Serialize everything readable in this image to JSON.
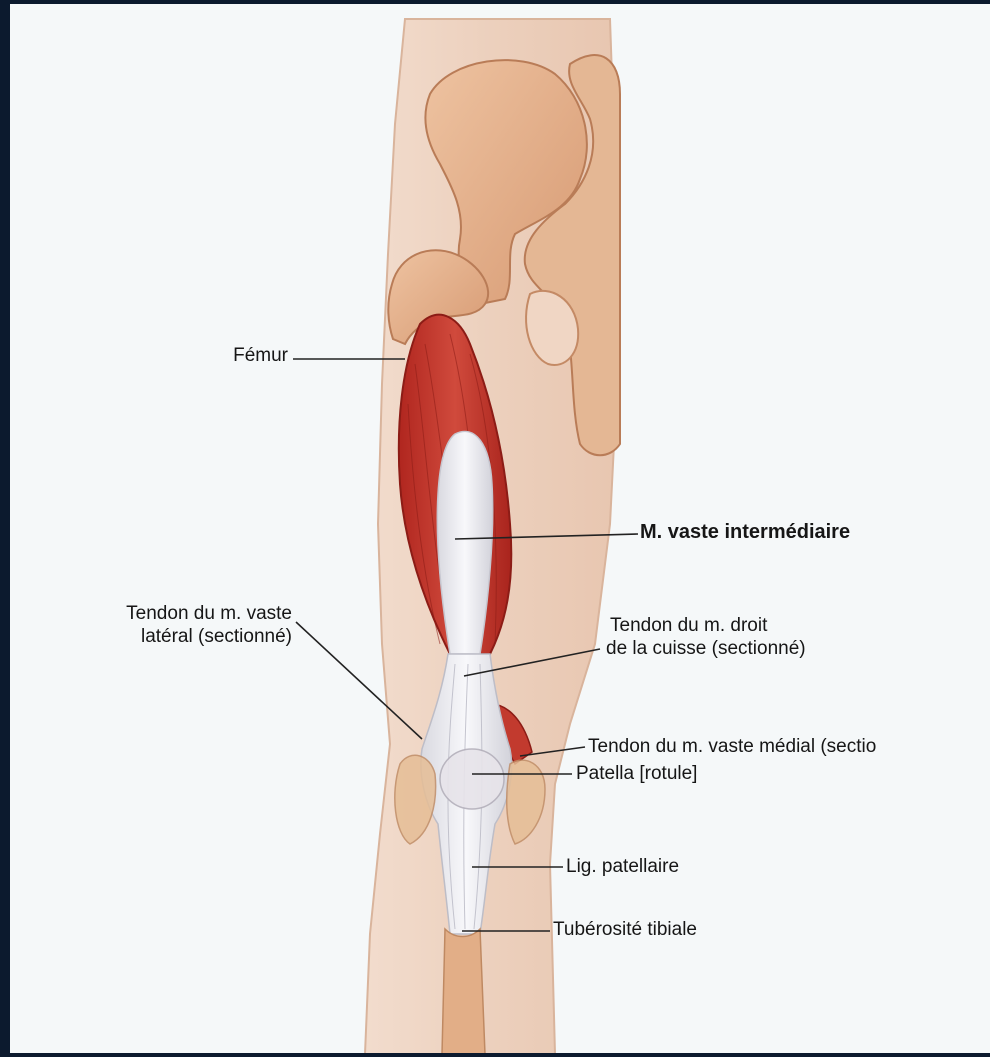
{
  "figure": {
    "labels": {
      "femur": "Fémur",
      "vaste_intermediaire": "M. vaste intermédiaire",
      "tendon_vaste_lateral_line1": "Tendon du m. vaste",
      "tendon_vaste_lateral_line2": "latéral (sectionné)",
      "tendon_droit_line1": "Tendon du m. droit",
      "tendon_droit_line2": "de la cuisse (sectionné)",
      "tendon_vaste_medial": "Tendon du m. vaste médial (sectio",
      "patella": "Patella [rotule]",
      "lig_patellaire": "Lig. patellaire",
      "tuberosite": "Tubérosité tibiale"
    },
    "colors": {
      "background": "#0c1a2e",
      "panel": "#f5f8f9",
      "skin": "#edd2bf",
      "bone": "#e2b08c",
      "muscle": "#c6362c",
      "tendon": "#eeeef2",
      "leader_line": "#222222"
    }
  }
}
